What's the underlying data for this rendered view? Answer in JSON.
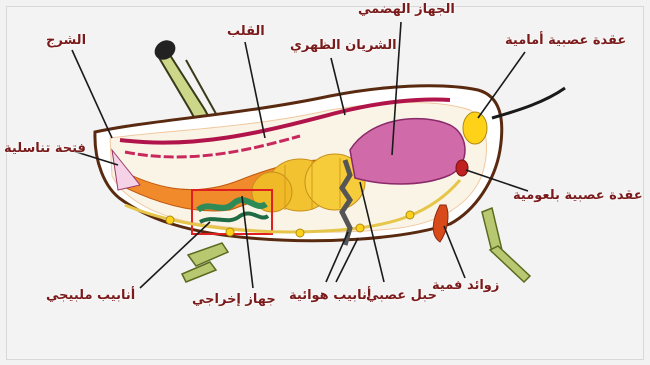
{
  "diagram": {
    "colors": {
      "label_text": "#7a1a1a",
      "leader_line": "#1a1a1a",
      "body_outline": "#5a2a10",
      "heart_artery": "#b0144a",
      "crop": "#d06aa8",
      "midgut": "#f2c230",
      "malpighian": "#2e8b57",
      "highlight_box": "#e02020",
      "ganglia": "#ffd21a",
      "legs": "#b8c870",
      "mouthparts": "#d84a1a"
    },
    "labels": {
      "digestive_system": "الجهاز الهضمي",
      "heart": "القلب",
      "dorsal_artery": "الشريان الظهري",
      "anterior_ganglion": "عقدة عصبية أمامية",
      "anus": "الشرج",
      "genital_opening": "فتحة تناسلية",
      "pharyngeal_ganglion": "عقدة عصبية بلعومية",
      "malpighian_tubules": "أنابيب ملبيجي",
      "excretory_system": "جهاز إخراجي",
      "tracheae": "أنابيب هوائية",
      "nerve_cord": "حبل عصبي",
      "mouthparts": "زوائد فمية"
    }
  }
}
